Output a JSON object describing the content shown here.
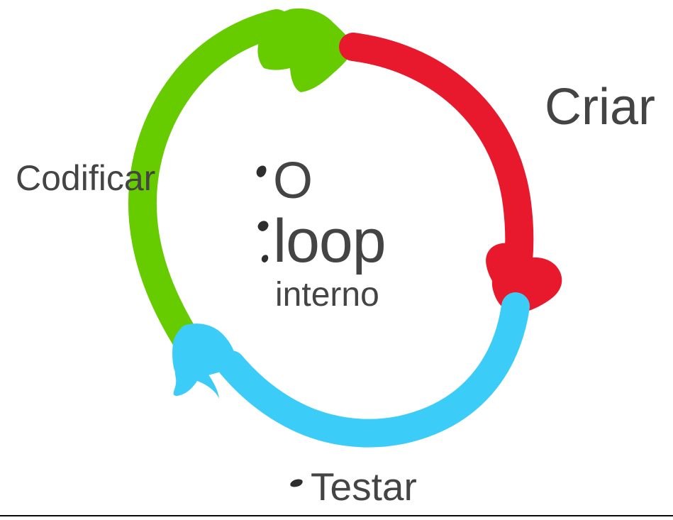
{
  "diagram": {
    "title": "O loop interno",
    "center_text": {
      "line_1": "O",
      "line_2": "loop",
      "line_3": "interno"
    },
    "stages": [
      {
        "id": "criar",
        "label": "Criar",
        "color": "#E8192C",
        "color_name": "red",
        "position": "right",
        "arrow_direction": "clockwise-down"
      },
      {
        "id": "testar",
        "label": "Testar",
        "color": "#3CCCF8",
        "color_name": "cyan",
        "position": "bottom",
        "arrow_direction": "clockwise-left"
      },
      {
        "id": "codificar",
        "label": "Codificar",
        "color": "#66CC00",
        "color_name": "green",
        "position": "left",
        "arrow_direction": "clockwise-up"
      }
    ],
    "ink_marks": [
      "ink-dot-1",
      "ink-dot-2",
      "ink-dot-3",
      "ink-dash-testar"
    ],
    "colors": {
      "background": "#FFFFFF",
      "text": "#444444",
      "ink": "#2E2E2E",
      "divider": "#0A0A0A"
    }
  }
}
